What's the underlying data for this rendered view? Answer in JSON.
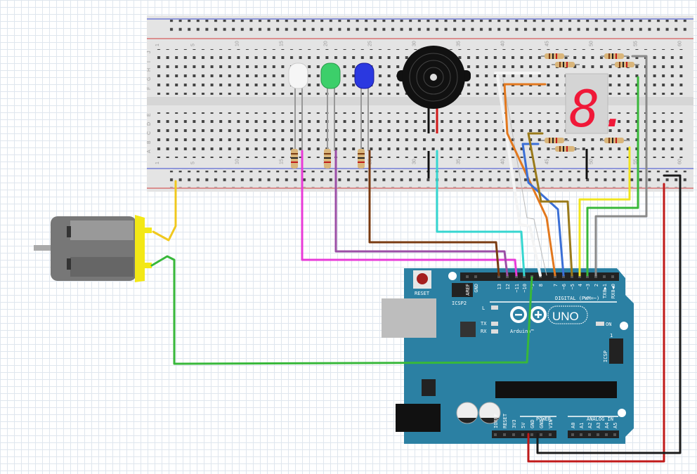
{
  "breadboard": {
    "row_letters_top": [
      "J",
      "I",
      "H",
      "G",
      "F"
    ],
    "row_letters_bottom": [
      "E",
      "D",
      "C",
      "B",
      "A"
    ],
    "column_numbers": [
      "1",
      "5",
      "10",
      "15",
      "20",
      "25",
      "30",
      "35",
      "40",
      "45",
      "50",
      "55",
      "60"
    ]
  },
  "seven_segment": {
    "digit": "8."
  },
  "arduino": {
    "reset_label": "RESET",
    "icsp2_label": "ICSP2",
    "icsp_label": "ICSP",
    "icsp_pin1": "1",
    "digital_label": "DIGITAL (PWM=~)",
    "digital_pins": [
      "AREF",
      "GND",
      "13",
      "12",
      "~11",
      "~10",
      "~9",
      "8",
      "7",
      "~6",
      "~5",
      "4",
      "~3",
      "2",
      "TX0▶1",
      "RX0◀0"
    ],
    "led_l": "L",
    "led_tx": "TX",
    "led_rx": "RX",
    "led_on": "ON",
    "brand": "Arduino™",
    "model": "UNO",
    "power_label": "POWER",
    "power_pins": [
      "IOREF",
      "RESET",
      "3V3",
      "5V",
      "GND",
      "GND",
      "VIN"
    ],
    "analog_label": "ANALOG IN",
    "analog_pins": [
      "A0",
      "A1",
      "A2",
      "A3",
      "A4",
      "A5"
    ]
  },
  "colors": {
    "board": "#2b80a3",
    "wire_magenta": "#e83ad8",
    "wire_purple": "#9b4ea6",
    "wire_brown": "#7a3b12",
    "wire_cyan": "#35d6d0",
    "wire_orange": "#e2781e",
    "wire_blue": "#3a6fd6",
    "wire_olive": "#9a7a1a",
    "wire_yellow": "#f0dc1e",
    "wire_green": "#38b83a",
    "wire_gray": "#8a8a8a",
    "wire_red": "#c01a1a",
    "wire_black": "#1a1a1a"
  }
}
